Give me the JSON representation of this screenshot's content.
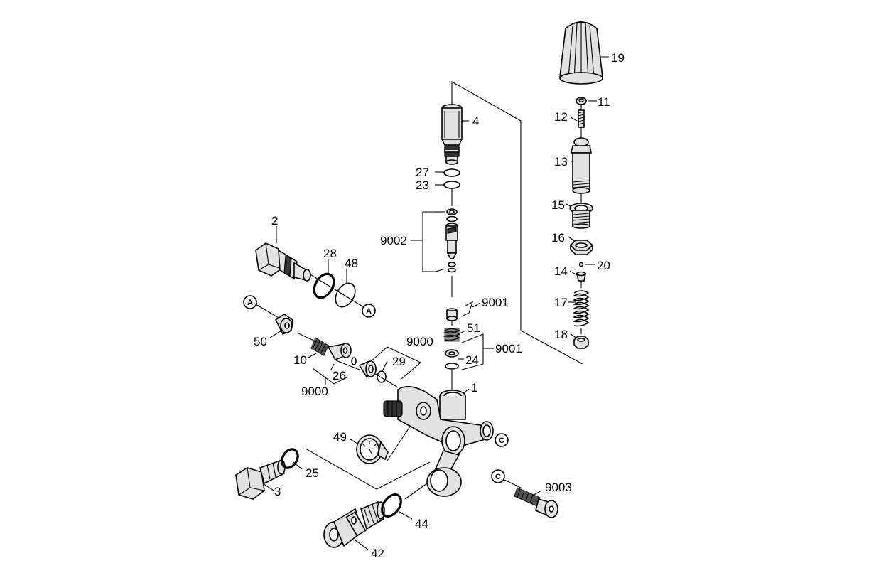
{
  "labels": {
    "l1": "1",
    "l2": "2",
    "l3": "3",
    "l4": "4",
    "l10": "10",
    "l11": "11",
    "l12": "12",
    "l13": "13",
    "l14": "14",
    "l15": "15",
    "l16": "16",
    "l17": "17",
    "l18": "18",
    "l19": "19",
    "l20": "20",
    "l23": "23",
    "l24": "24",
    "l25": "25",
    "l26": "26",
    "l27": "27",
    "l28": "28",
    "l29": "29",
    "l42": "42",
    "l44": "44",
    "l48": "48",
    "l49": "49",
    "l50": "50",
    "l51": "51",
    "l9000a": "9000",
    "l9000b": "9000",
    "l9001a": "9001",
    "l9001b": "9001",
    "l9002": "9002",
    "l9003": "9003"
  },
  "markers": {
    "a1": "A",
    "a2": "A",
    "c1": "C",
    "c2": "C"
  }
}
